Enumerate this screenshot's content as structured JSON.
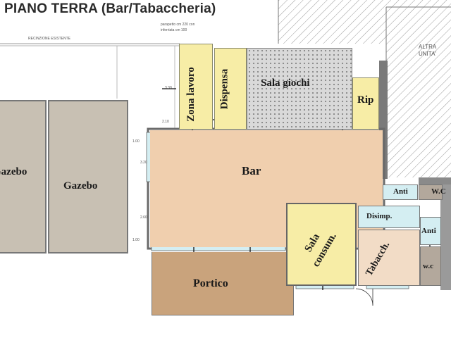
{
  "title": "PIANO TERRA (Bar/Tabaccheria)",
  "annotations": {
    "fence": "RECINZIONE ESISTENTE",
    "other_unit_line1": "ALTRA",
    "other_unit_line2": "UNITA'",
    "note_line1": "parapetto cm 220 con",
    "note_line2": "inferriata cm 100"
  },
  "rooms": {
    "gazebo_left": "Gazebo",
    "gazebo_right": "Gazebo",
    "zona_lavoro": "Zona lavoro",
    "dispensa": "Dispensa",
    "sala_giochi": "Sala giochi",
    "rip": "Rip",
    "bar": "Bar",
    "portico": "Portico",
    "sala_consum": "Sala consum.",
    "tabacch": "Tabacch.",
    "disimp": "Disimp.",
    "anti_top": "Anti",
    "wc_top": "W.C",
    "anti_right": "Anti",
    "wc_right": "w.c"
  },
  "dimensions": {
    "d1": "1.00",
    "d2": "3.20",
    "d3": "2.60",
    "d4": "1.00",
    "d5": "3.30",
    "d6": "2.10"
  },
  "colors": {
    "gazebo": "#c8c0b3",
    "bar": "#f0cfae",
    "yellow_room": "#f7eda6",
    "portico": "#c9a37c",
    "light_blue": "#d4eef2",
    "beige": "#f2dcc6",
    "gray_room": "#b3a89c",
    "wall": "#6a6a6a"
  }
}
